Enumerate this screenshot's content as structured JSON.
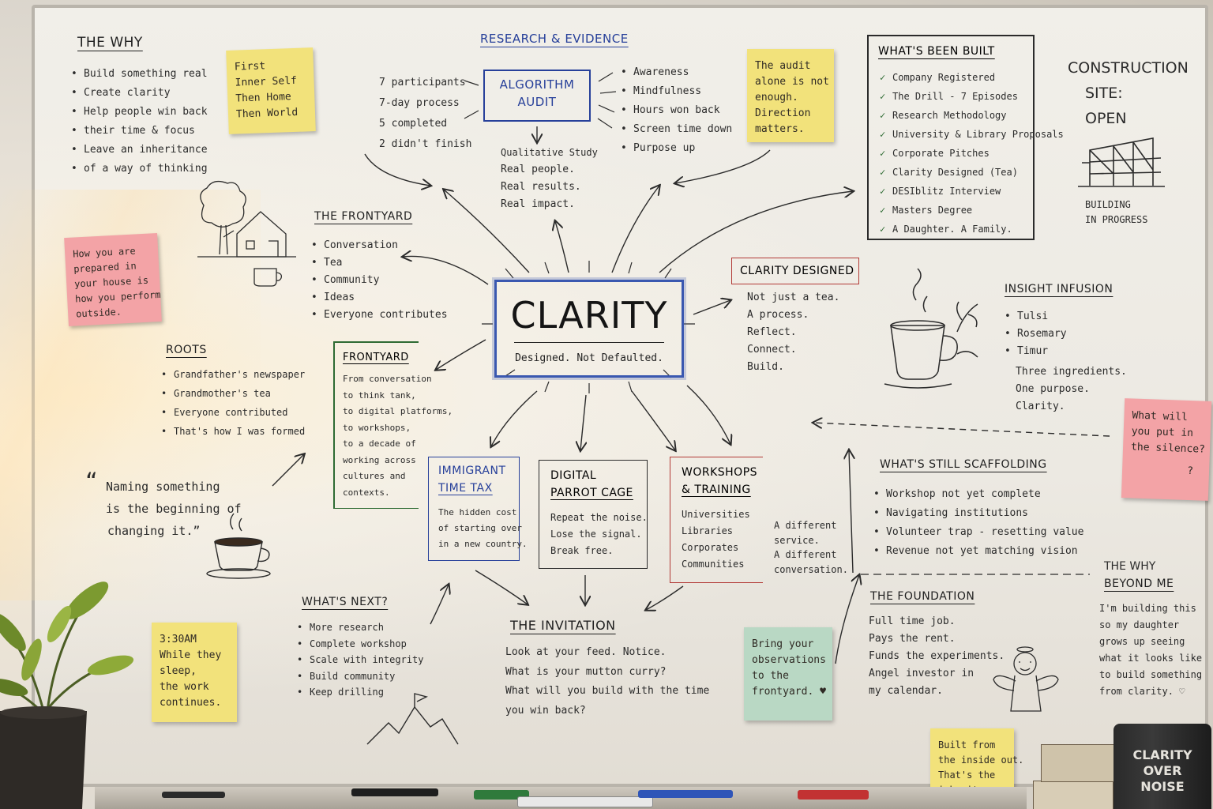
{
  "why": {
    "title": "THE WHY",
    "items": [
      "Build something real",
      "Create clarity",
      "Help people win back",
      "their time & focus",
      "Leave an inheritance",
      "of a way of thinking"
    ]
  },
  "note_first": {
    "lines": [
      "First",
      "Inner Self",
      "Then Home",
      "Then World"
    ]
  },
  "research": {
    "title": "RESEARCH & EVIDENCE",
    "left": [
      "7 participants",
      "7-day process",
      "5 completed",
      "2 didn't finish"
    ],
    "audit": [
      "ALGORITHM",
      "AUDIT"
    ],
    "qual": [
      "Qualitative Study",
      "Real people.",
      "Real results.",
      "Real impact."
    ],
    "right": [
      "Awareness",
      "Mindfulness",
      "Hours won back",
      "Screen time down",
      "Purpose up"
    ]
  },
  "note_audit": {
    "lines": [
      "The audit",
      "alone is not",
      "enough.",
      "Direction",
      "matters."
    ]
  },
  "built": {
    "title": "WHAT'S BEEN BUILT",
    "items": [
      "Company Registered",
      "The Drill - 7 Episodes",
      "Research Methodology",
      "University & Library Proposals",
      "Corporate Pitches",
      "Clarity Designed (Tea)",
      "DESIblitz Interview",
      "Masters Degree",
      "A Daughter. A Family."
    ]
  },
  "site": {
    "lines": [
      "CONSTRUCTION",
      "SITE:",
      "OPEN"
    ],
    "sub": [
      "BUILDING",
      "IN PROGRESS"
    ]
  },
  "note_prepared": {
    "lines": [
      "How you are",
      "prepared in",
      "your house is",
      "how you perform",
      "outside."
    ]
  },
  "frontyard": {
    "title": "THE FRONTYARD",
    "items": [
      "Conversation",
      "Tea",
      "Community",
      "Ideas",
      "Everyone contributes"
    ]
  },
  "center": {
    "title": "CLARITY",
    "sub": "Designed. Not Defaulted."
  },
  "designed": {
    "title": "CLARITY DESIGNED",
    "lines": [
      "Not just a tea.",
      "A process.",
      "Reflect.",
      "Connect.",
      "Build."
    ]
  },
  "infusion": {
    "title": "INSIGHT INFUSION",
    "items": [
      "Tulsi",
      "Rosemary",
      "Timur"
    ],
    "lines": [
      "Three ingredients.",
      "One purpose.",
      "Clarity."
    ]
  },
  "roots": {
    "title": "ROOTS",
    "items": [
      "Grandfather's newspaper",
      "Grandmother's tea",
      "Everyone contributed",
      "That's how I was formed"
    ]
  },
  "frontyard_box": {
    "title": "FRONTYARD",
    "lines": [
      "From conversation",
      "to think tank,",
      "to digital platforms,",
      "to workshops,",
      "to a decade of",
      "working across",
      "cultures and",
      "contexts."
    ]
  },
  "note_silence": {
    "lines": [
      "What will",
      "you put in",
      "the silence?",
      "?"
    ]
  },
  "quote": {
    "open": "“",
    "lines": [
      "Naming something",
      "is the beginning of",
      "changing it.”"
    ],
    "close": "”"
  },
  "immigrant": {
    "title": [
      "IMMIGRANT",
      "TIME TAX"
    ],
    "lines": [
      "The hidden cost",
      "of starting over",
      "in a new country."
    ]
  },
  "parrot": {
    "title": [
      "DIGITAL",
      "PARROT CAGE"
    ],
    "lines": [
      "Repeat the noise.",
      "Lose the signal.",
      "Break free."
    ]
  },
  "workshops": {
    "title": [
      "WORKSHOPS",
      "& TRAINING"
    ],
    "lines": [
      "Universities",
      "Libraries",
      "Corporates",
      "Communities"
    ],
    "side": [
      "A different",
      "service.",
      "A different",
      "conversation."
    ]
  },
  "scaffold": {
    "title": "WHAT'S STILL SCAFFOLDING",
    "items": [
      "Workshop not yet complete",
      "Navigating institutions",
      "Volunteer trap - resetting value",
      "Revenue not yet matching vision"
    ]
  },
  "beyond": {
    "title": [
      "THE WHY",
      "BEYOND ME"
    ],
    "lines": [
      "I'm building this",
      "so my daughter",
      "grows up seeing",
      "what it looks like",
      "to build something",
      "from clarity. ♡"
    ]
  },
  "next": {
    "title": "WHAT'S NEXT?",
    "items": [
      "More research",
      "Complete workshop",
      "Scale with integrity",
      "Build community",
      "Keep drilling"
    ]
  },
  "invitation": {
    "title": "THE INVITATION",
    "lines": [
      "Look at your feed. Notice.",
      "What is your mutton curry?",
      "What will you build with the time",
      "you win back?"
    ]
  },
  "foundation": {
    "title": "THE FOUNDATION",
    "lines": [
      "Full time job.",
      "Pays the rent.",
      "Funds the experiments.",
      "Angel investor in",
      "my calendar."
    ]
  },
  "note_330": {
    "lines": [
      "3:30AM",
      "While they",
      "sleep,",
      "the work",
      "continues."
    ]
  },
  "note_frontyard": {
    "lines": [
      "Bring your",
      "observations",
      "to the",
      "frontyard. ♥"
    ]
  },
  "note_inside": {
    "lines": [
      "Built from",
      "the inside out.",
      "That's the",
      "inheritance."
    ]
  },
  "mug": {
    "lines": [
      "CLARITY",
      "OVER",
      "NOISE"
    ]
  },
  "colors": {
    "blue": "#27409a",
    "red": "#b23a36",
    "green": "#2e6b33",
    "yellow": "#f2e27b",
    "pink": "#f3a3a6",
    "mint": "#b9d8c4"
  }
}
